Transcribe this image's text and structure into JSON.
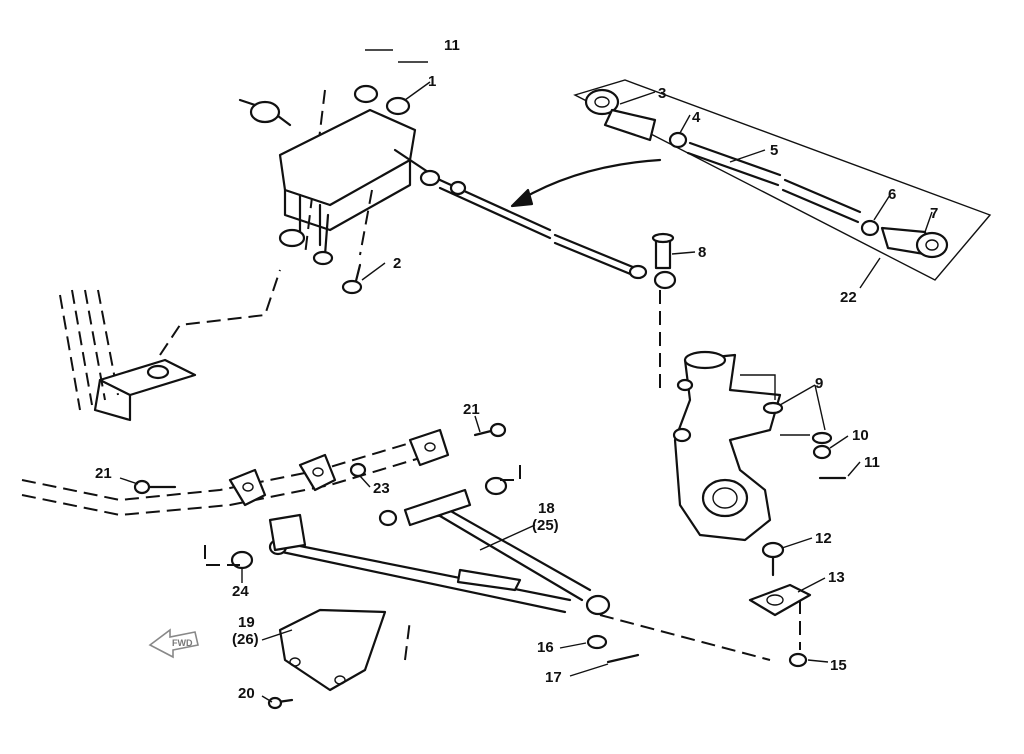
{
  "callouts": {
    "c1": "1",
    "c2": "2",
    "c3": "3",
    "c4": "4",
    "c5": "5",
    "c6": "6",
    "c7": "7",
    "c8": "8",
    "c9": "9",
    "c10": "10",
    "c11a": "11",
    "c11b": "11",
    "c12": "12",
    "c13": "13",
    "c15": "15",
    "c16": "16",
    "c17": "17",
    "c18": "18",
    "c18b": "(25)",
    "c19": "19",
    "c19b": "(26)",
    "c20": "20",
    "c21a": "21",
    "c21b": "21",
    "c22": "22",
    "c23": "23",
    "c24": "24"
  },
  "forward_arrow": {
    "label": "FWD"
  },
  "icons": {
    "forward": "forward-arrow-icon"
  },
  "colors": {
    "line": "#111111",
    "background": "#ffffff"
  }
}
